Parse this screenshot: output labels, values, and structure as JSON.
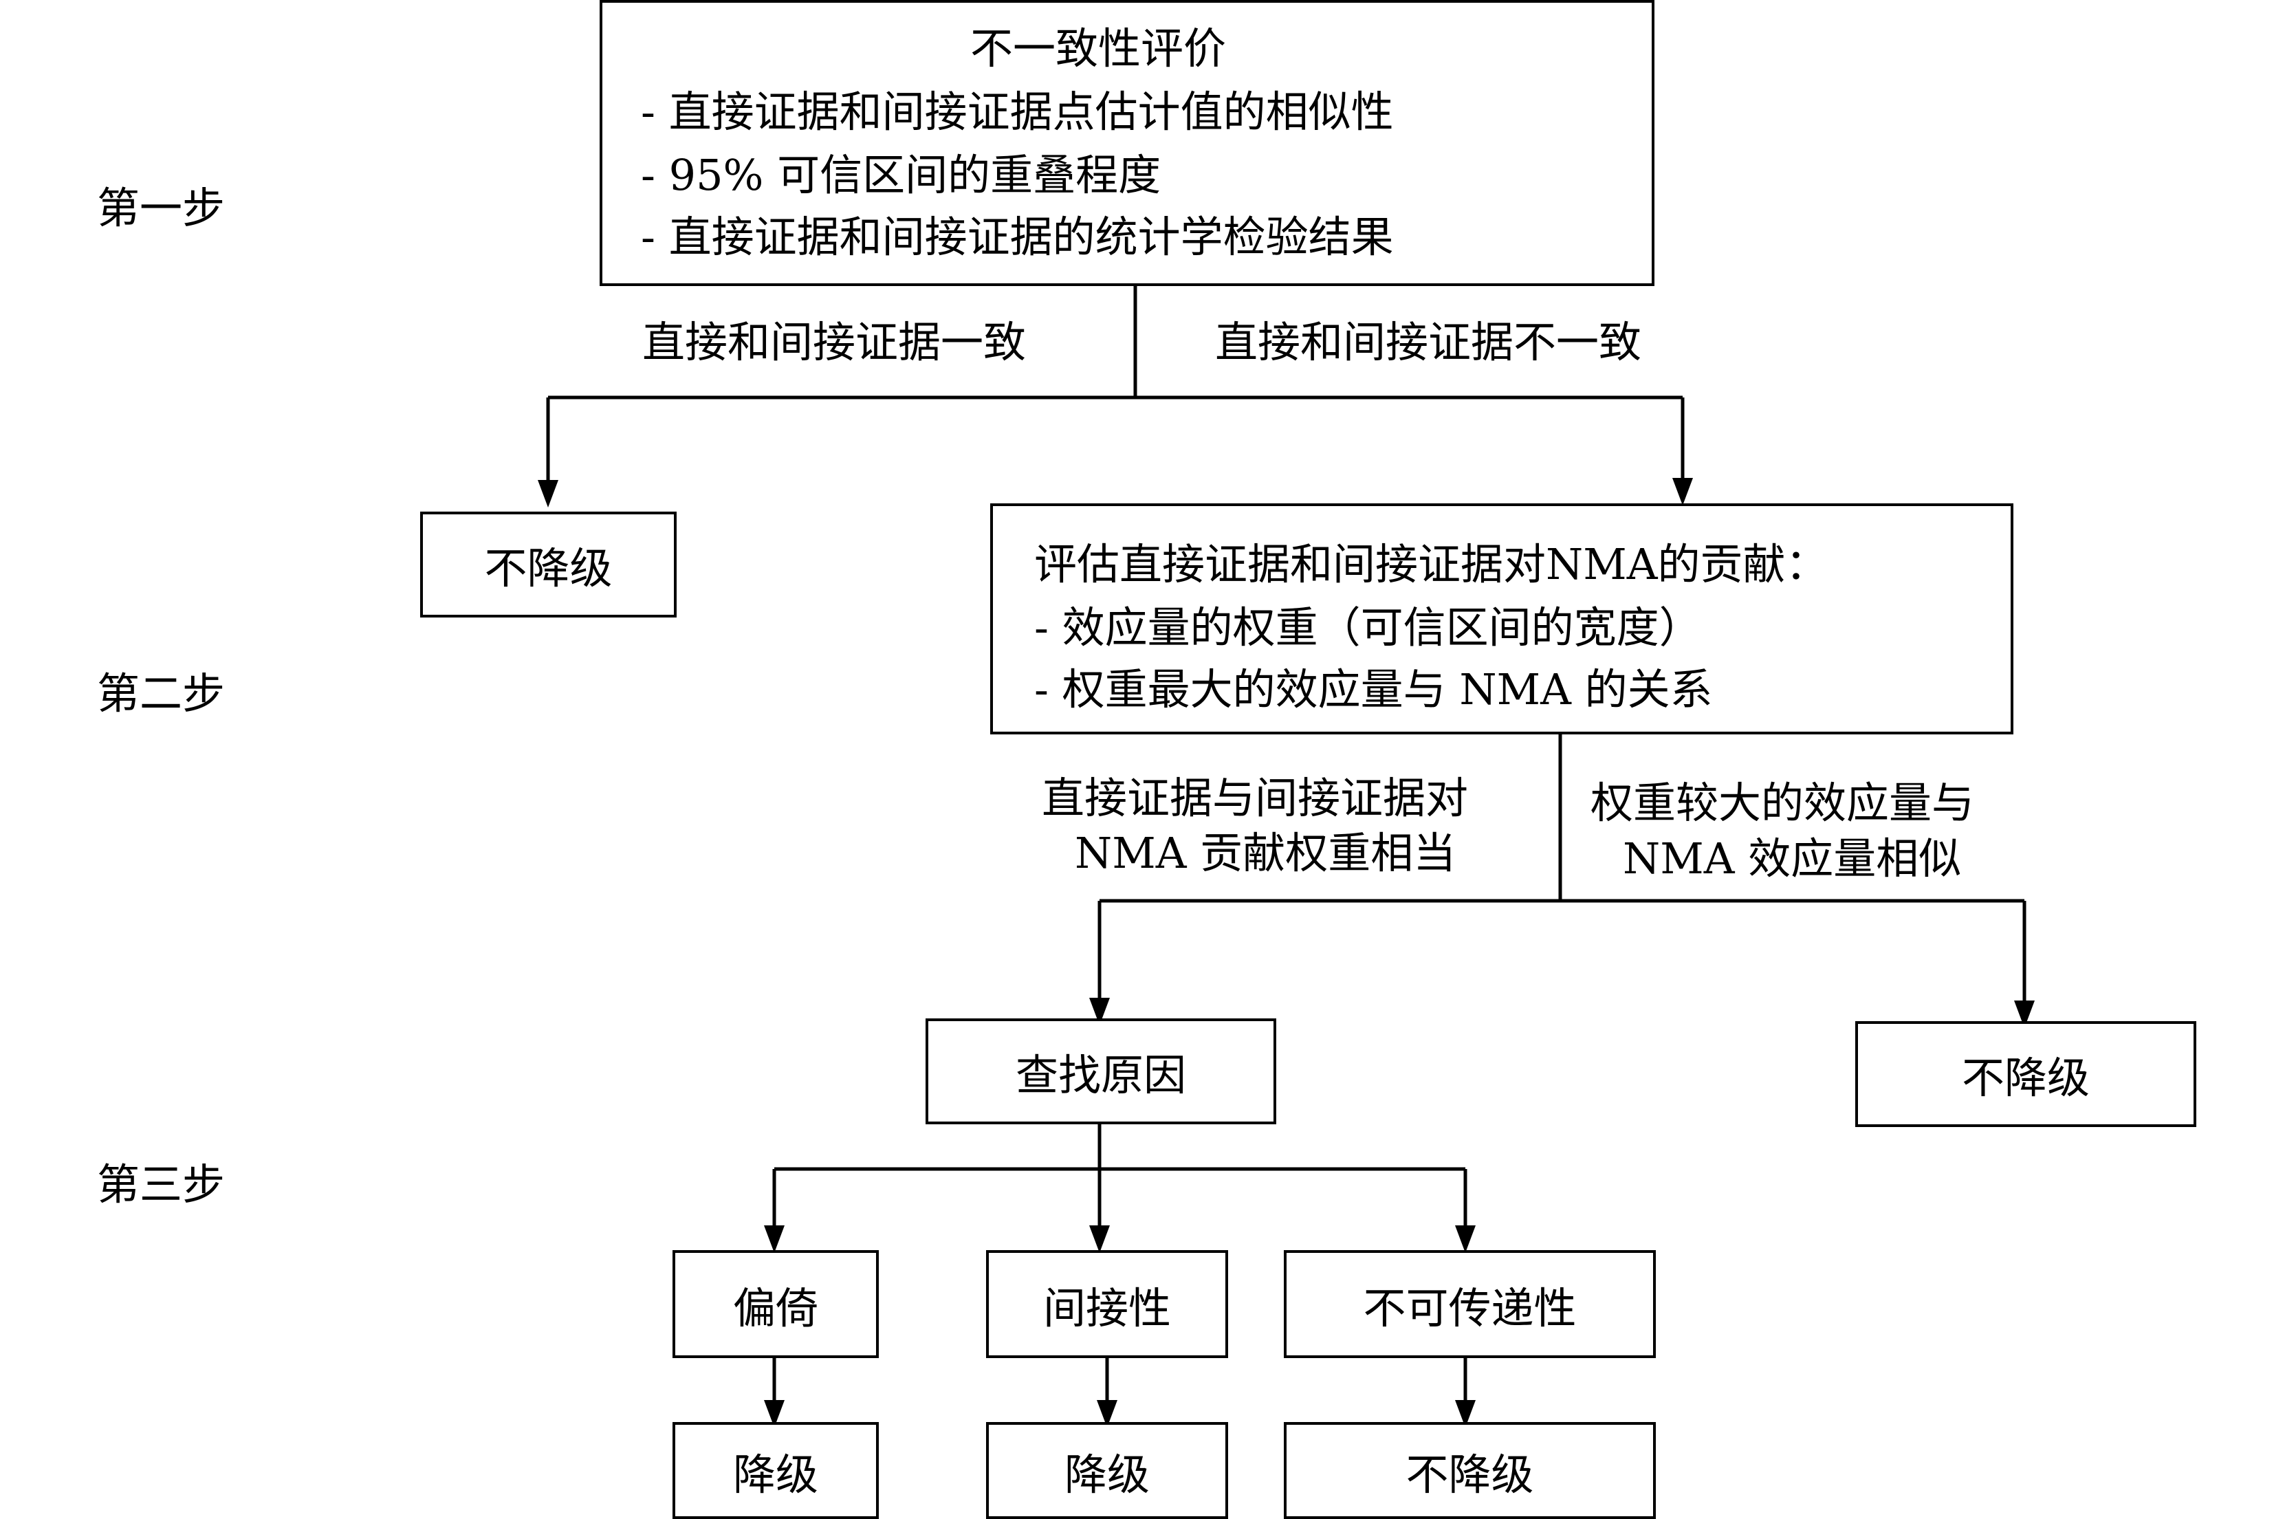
{
  "steps": {
    "step1": "第一步",
    "step2": "第二步",
    "step3": "第三步"
  },
  "step1": {
    "title": "不一致性评价",
    "items": [
      "- 直接证据和间接证据点估计值的相似性",
      "- 95% 可信区间的重叠程度",
      "- 直接证据和间接证据的统计学检验结果"
    ],
    "left_branch": "直接和间接证据一致",
    "right_branch": "直接和间接证据不一致",
    "left_result": "不降级"
  },
  "step2": {
    "title": "评估直接证据和间接证据对NMA的贡献：",
    "items": [
      "- 效应量的权重（可信区间的宽度）",
      "- 权重最大的效应量与 NMA 的关系"
    ],
    "left_branch": [
      "直接证据与间接证据对",
      "NMA 贡献权重相当"
    ],
    "right_branch": [
      "权重较大的效应量与",
      "NMA 效应量相似"
    ],
    "right_result": "不降级",
    "left_result": "查找原因"
  },
  "step3": {
    "causes": [
      "偏倚",
      "间接性",
      "不可传递性"
    ],
    "outcomes": [
      "降级",
      "降级",
      "不降级"
    ]
  }
}
